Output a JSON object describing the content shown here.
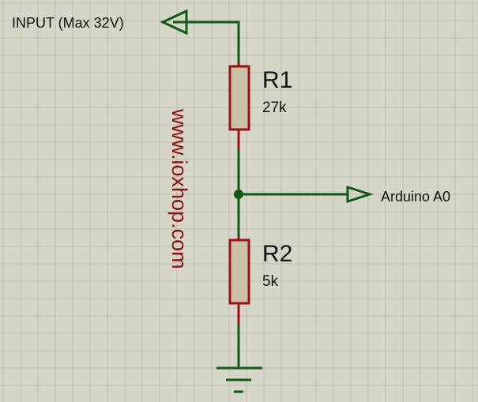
{
  "colors": {
    "background": "#d6d6c8",
    "grid": "#bdbdb0",
    "wire": "#0f5a14",
    "resistor_lead": "#9b1010",
    "resistor_body": "#c9c0a8",
    "watermark": "#8b1010"
  },
  "labels": {
    "input": "INPUT (Max 32V)",
    "output": "Arduino A0",
    "watermark": "www.ioxhop.com"
  },
  "components": {
    "r1": {
      "name": "R1",
      "value": "27k"
    },
    "r2": {
      "name": "R2",
      "value": "5k"
    }
  }
}
